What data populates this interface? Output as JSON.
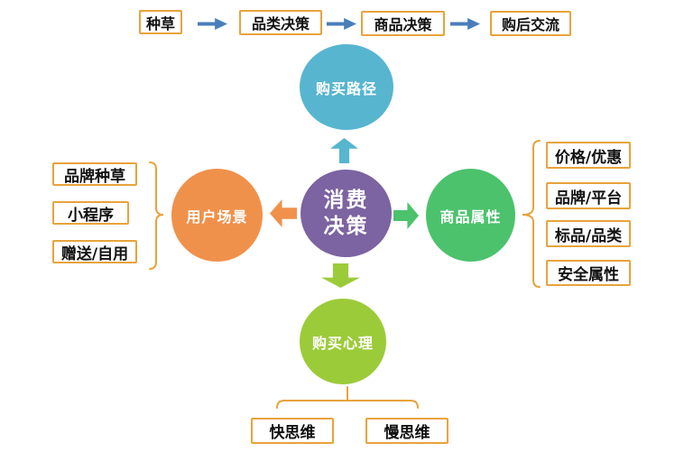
{
  "colors": {
    "background": "#FFFFFF",
    "steel_blue": "#4A7EBB",
    "teal": "#57B5D0",
    "purple": "#7C63A1",
    "orange": "#F0914B",
    "green": "#4CC26D",
    "yellow_green": "#9CCB3A",
    "box_border": "#E8A33C",
    "box_text": "#111111",
    "node_text": "#FFFFFF"
  },
  "top_flow": {
    "steps": [
      {
        "label": "种草"
      },
      {
        "label": "品类决策"
      },
      {
        "label": "商品决策"
      },
      {
        "label": "购后交流"
      }
    ]
  },
  "center_node": {
    "line1": "消费",
    "line2": "决策"
  },
  "branch_nodes": {
    "top": {
      "label": "购买路径"
    },
    "left": {
      "label": "用户场景"
    },
    "right": {
      "label": "商品属性"
    },
    "bottom": {
      "label": "购买心理"
    }
  },
  "left_group": {
    "items": [
      {
        "label": "品牌种草"
      },
      {
        "label": "小程序"
      },
      {
        "label": "赠送/自用"
      }
    ]
  },
  "right_group": {
    "items": [
      {
        "label": "价格/优惠"
      },
      {
        "label": "品牌/平台"
      },
      {
        "label": "标品/品类"
      },
      {
        "label": "安全属性"
      }
    ]
  },
  "bottom_group": {
    "items": [
      {
        "label": "快思维"
      },
      {
        "label": "慢思维"
      }
    ]
  }
}
